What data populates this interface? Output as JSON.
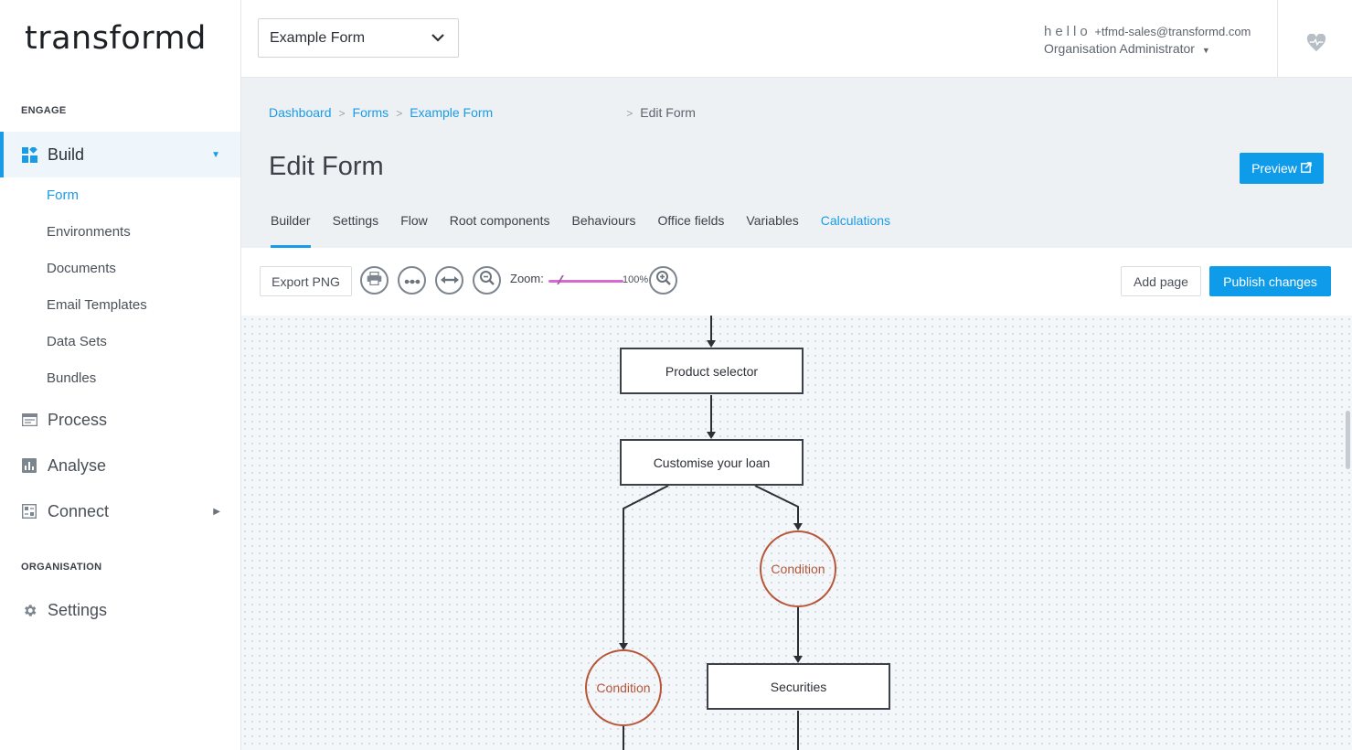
{
  "app": {
    "logo": "transformd"
  },
  "sidebar": {
    "engage_label": "ENGAGE",
    "organisation_label": "ORGANISATION",
    "build": {
      "label": "Build",
      "icon": "grid-icon"
    },
    "build_items": [
      "Form",
      "Environments",
      "Documents",
      "Email Templates",
      "Data Sets",
      "Bundles"
    ],
    "process": {
      "label": "Process",
      "icon": "window-icon"
    },
    "analyse": {
      "label": "Analyse",
      "icon": "bar-chart-icon"
    },
    "connect": {
      "label": "Connect",
      "icon": "connect-icon"
    },
    "settings": {
      "label": "Settings",
      "icon": "gear-icon"
    }
  },
  "topbar": {
    "form_select": "Example Form",
    "hello": "hello",
    "email": "+tfmd-sales@transformd.com",
    "role": "Organisation Administrator"
  },
  "breadcrumb": {
    "items": [
      "Dashboard",
      "Forms",
      "Example Form"
    ],
    "current": "Edit Form"
  },
  "page": {
    "title": "Edit Form",
    "preview_label": "Preview"
  },
  "tabs": [
    "Builder",
    "Settings",
    "Flow",
    "Root components",
    "Behaviours",
    "Office fields",
    "Variables",
    "Calculations"
  ],
  "toolbar": {
    "export_label": "Export PNG",
    "zoom_label": "Zoom:",
    "zoom_value": "100%",
    "add_page_label": "Add page",
    "publish_label": "Publish changes"
  },
  "flow": {
    "nodes": {
      "product_selector": "Product selector",
      "customise_loan": "Customise your loan",
      "condition_right": "Condition",
      "securities": "Securities",
      "condition_left": "Condition"
    }
  },
  "colors": {
    "accent": "#1a9be6",
    "condition": "#b7573a",
    "slider": "#d46bd0"
  }
}
